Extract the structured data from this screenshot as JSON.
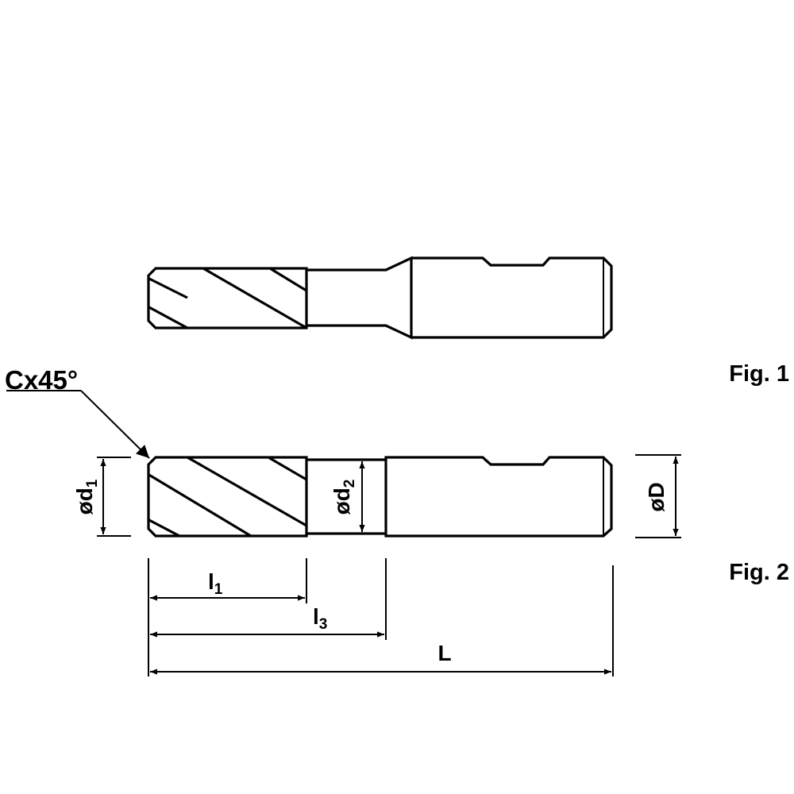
{
  "figures": {
    "fig1_label": "Fig. 1",
    "fig2_label": "Fig. 2"
  },
  "dimensions": {
    "chamfer": "Cx45°",
    "d1_prefix": "ød",
    "d1_sub": "1",
    "d2_prefix": "ød",
    "d2_sub": "2",
    "D_label": "øD",
    "l1_main": "l",
    "l1_sub": "1",
    "l3_main": "l",
    "l3_sub": "3",
    "L_label": "L"
  }
}
